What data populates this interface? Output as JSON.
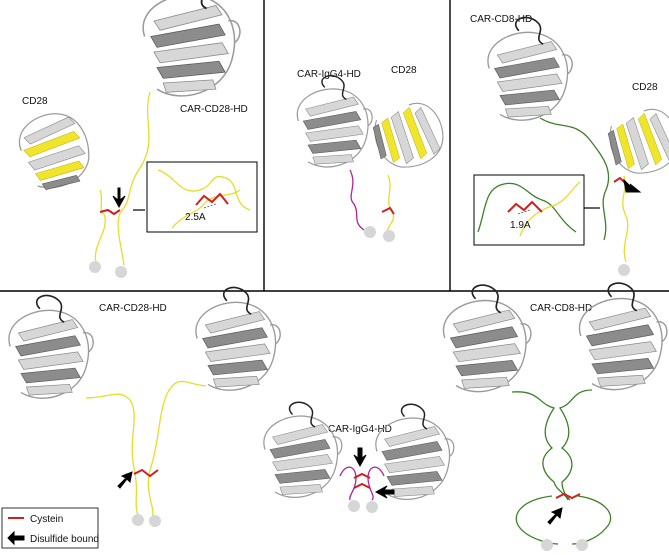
{
  "panels": {
    "top_left": {
      "label_cd28": "CD28",
      "label_car": "CAR-CD28-HD",
      "inset_distance": "2.5A"
    },
    "top_middle": {
      "label_car": "CAR-IgG4-HD",
      "label_cd28": "CD28"
    },
    "top_right": {
      "label_car": "CAR-CD8-HD",
      "label_cd28": "CD28",
      "inset_distance": "1.9A"
    },
    "bottom_left": {
      "label_car": "CAR-CD28-HD"
    },
    "bottom_middle": {
      "label_car": "CAR-IgG4-HD"
    },
    "bottom_right": {
      "label_car": "CAR-CD8-HD"
    }
  },
  "legend": {
    "cystein_label": "Cystein",
    "disulfide_label": "Disulfide bound",
    "cystein_color": "#cf1f1f",
    "disulfide_icon": "arrow-icon"
  },
  "colors": {
    "cd28_hinge": "#e8dc2a",
    "cd8_hinge": "#3f7f2a",
    "igg4_hinge": "#b0239a",
    "cysteine": "#cf1f1f",
    "protein": "#9a9a9a"
  }
}
